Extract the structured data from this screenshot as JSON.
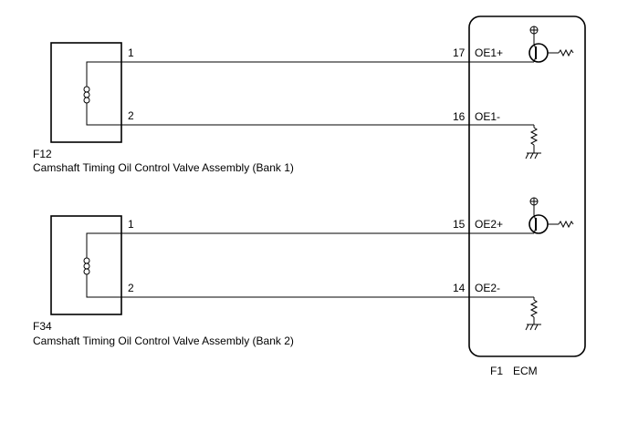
{
  "components": {
    "valve_bank1": {
      "code": "F12",
      "name": "Camshaft Timing Oil Control Valve Assembly (Bank 1)",
      "pins": [
        "1",
        "2"
      ]
    },
    "valve_bank2": {
      "code": "F34",
      "name": "Camshaft Timing Oil Control Valve Assembly (Bank 2)",
      "pins": [
        "1",
        "2"
      ]
    },
    "ecm": {
      "code": "F1",
      "name": "ECM",
      "pins": [
        {
          "number": "17",
          "signal": "OE1+"
        },
        {
          "number": "16",
          "signal": "OE1-"
        },
        {
          "number": "15",
          "signal": "OE2+"
        },
        {
          "number": "14",
          "signal": "OE2-"
        }
      ]
    }
  },
  "icons": [
    "coil-icon",
    "transistor-icon",
    "resistor-icon",
    "ground-icon"
  ]
}
